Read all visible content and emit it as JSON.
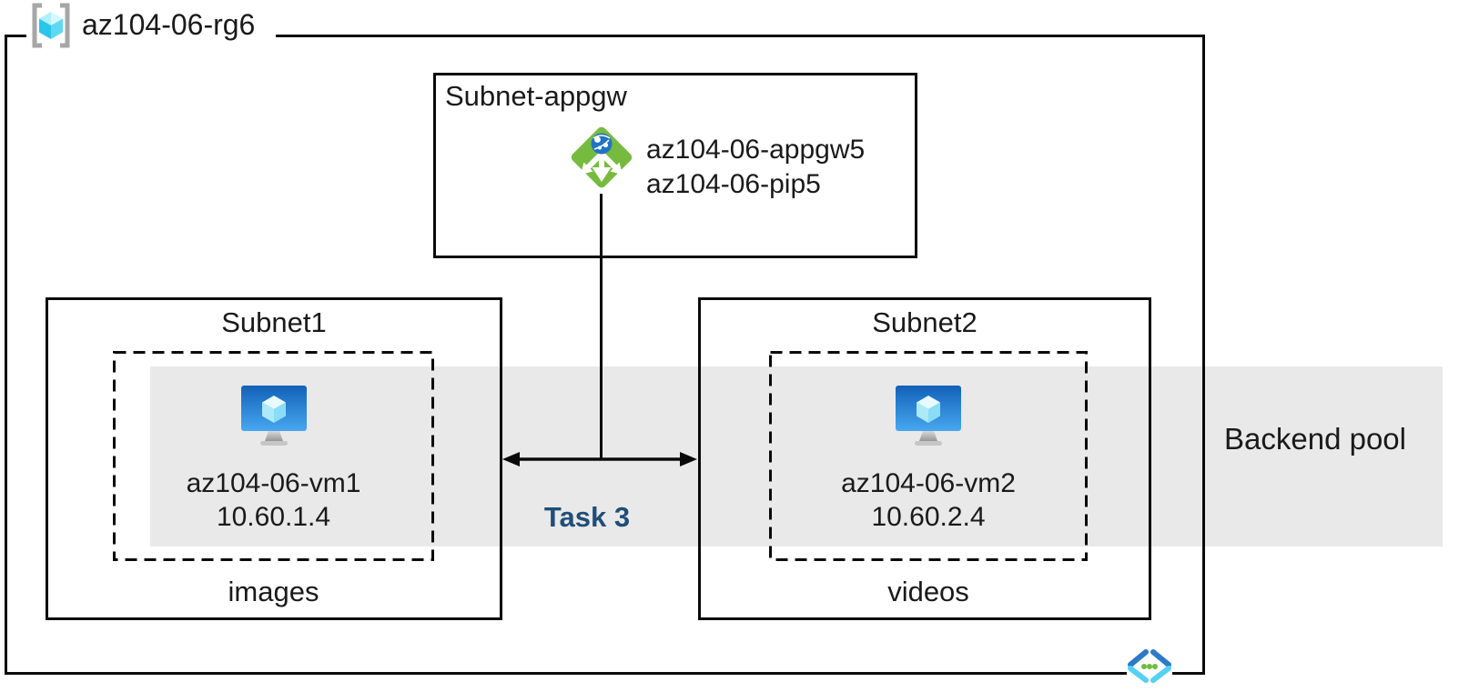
{
  "diagram": {
    "resource_group": {
      "name": "az104-06-rg6"
    },
    "appgw_subnet": {
      "title": "Subnet-appgw",
      "app_gateway_name": "az104-06-appgw5",
      "public_ip_name": "az104-06-pip5"
    },
    "subnet1": {
      "title": "Subnet1",
      "vm_name": "az104-06-vm1",
      "vm_ip": "10.60.1.4",
      "storage_label": "images"
    },
    "subnet2": {
      "title": "Subnet2",
      "vm_name": "az104-06-vm2",
      "vm_ip": "10.60.2.4",
      "storage_label": "videos"
    },
    "backend_pool_label": "Backend pool",
    "task_label": "Task 3",
    "icons": {
      "resource_group": "resource-group-icon",
      "application_gateway": "application-gateway-icon",
      "virtual_machine": "virtual-machine-icon",
      "virtual_network": "virtual-network-icon"
    },
    "colors": {
      "line_black": "#0A0A0A",
      "band_gray": "#E9E9E9",
      "task_navy": "#1F4E79",
      "appgw_green": "#76BB40",
      "globe_blue": "#2173C5",
      "vm_monitor_blue": "#1B6FC2",
      "vnet_dark_blue": "#2D7AC8",
      "vnet_light_cyan": "#55D1F3",
      "dot_green": "#6CBE3C",
      "rg_bracket_gray": "#A6A6A6",
      "rg_cube_cyan": "#29C5EA"
    }
  }
}
